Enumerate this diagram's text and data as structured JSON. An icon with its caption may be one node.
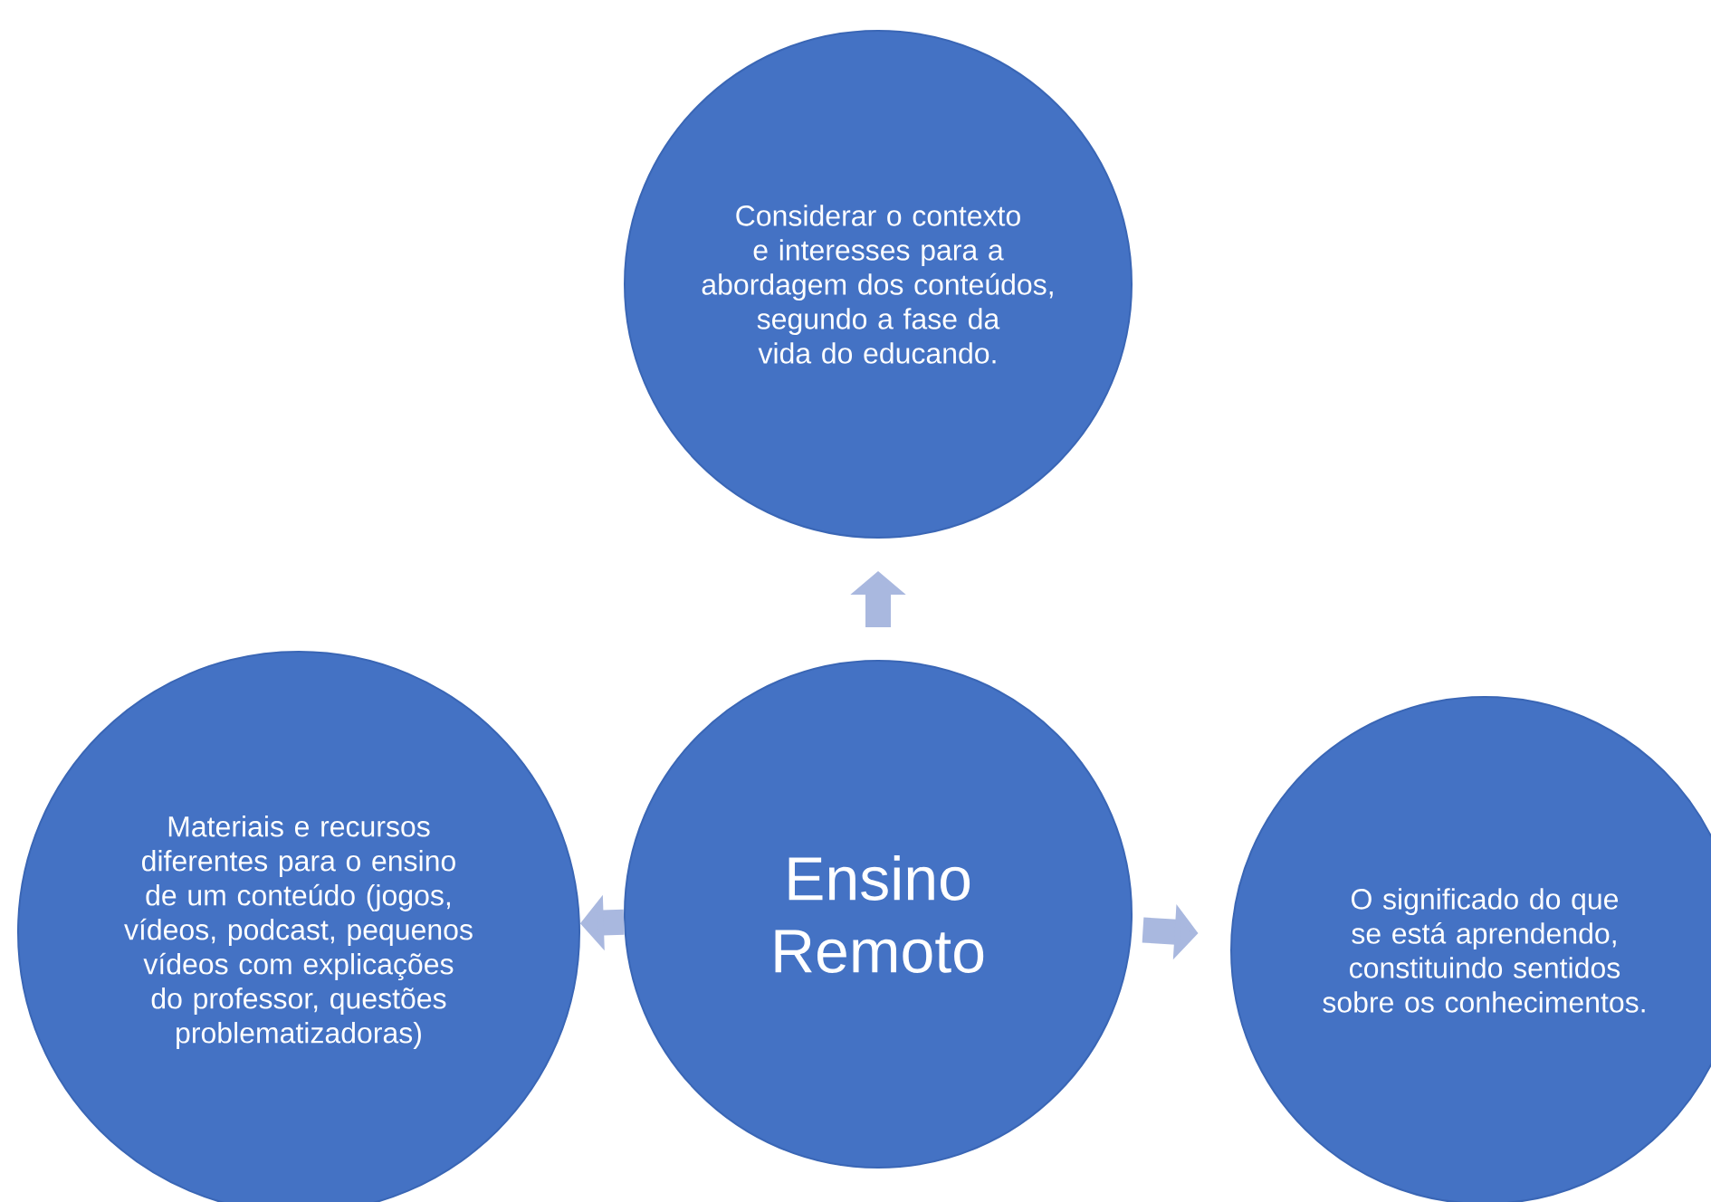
{
  "diagram": {
    "nodes": [
      {
        "text": [
          "Considerar o contexto e interesses para a abordagem dos conteúdos, segundo a fase da vida do educando."
        ]
      },
      {
        "text": [
          "Materiais e recursos diferentes para o ensino de um conteúdo (jogos, vídeos, podcast, pequenos vídeos com explicações do professor, questões problematizadoras)"
        ]
      },
      {
        "text": [
          "Ensino Remoto"
        ]
      },
      {
        "text": [
          "O significado do que se está  aprendendo, constituindo sentidos sobre os conhecimentos."
        ]
      }
    ],
    "edges": [
      {
        "from": 2,
        "to": 0,
        "arrow": "to"
      },
      {
        "from": 2,
        "to": 1,
        "arrow": "to"
      },
      {
        "from": 2,
        "to": 3,
        "arrow": "to"
      }
    ]
  }
}
